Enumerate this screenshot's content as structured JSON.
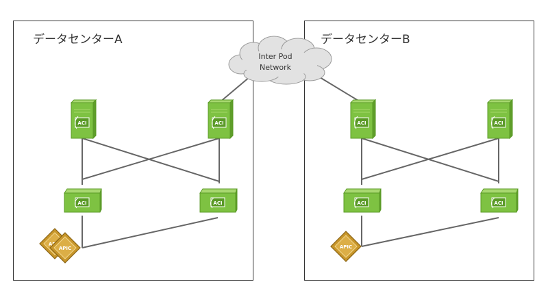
{
  "datacenters": [
    {
      "title": "データセンターA"
    },
    {
      "title": "データセンターB"
    }
  ],
  "cloud": {
    "line1": "Inter Pod",
    "line2": "Network"
  },
  "device_label": "ACI",
  "apic_label": "APIC",
  "colors": {
    "switch_green": "#7ec242",
    "switch_dark": "#5a9a26",
    "apic_gold": "#c8962a",
    "link_gray": "#666666",
    "cloud_fill": "#e2e2e2"
  }
}
